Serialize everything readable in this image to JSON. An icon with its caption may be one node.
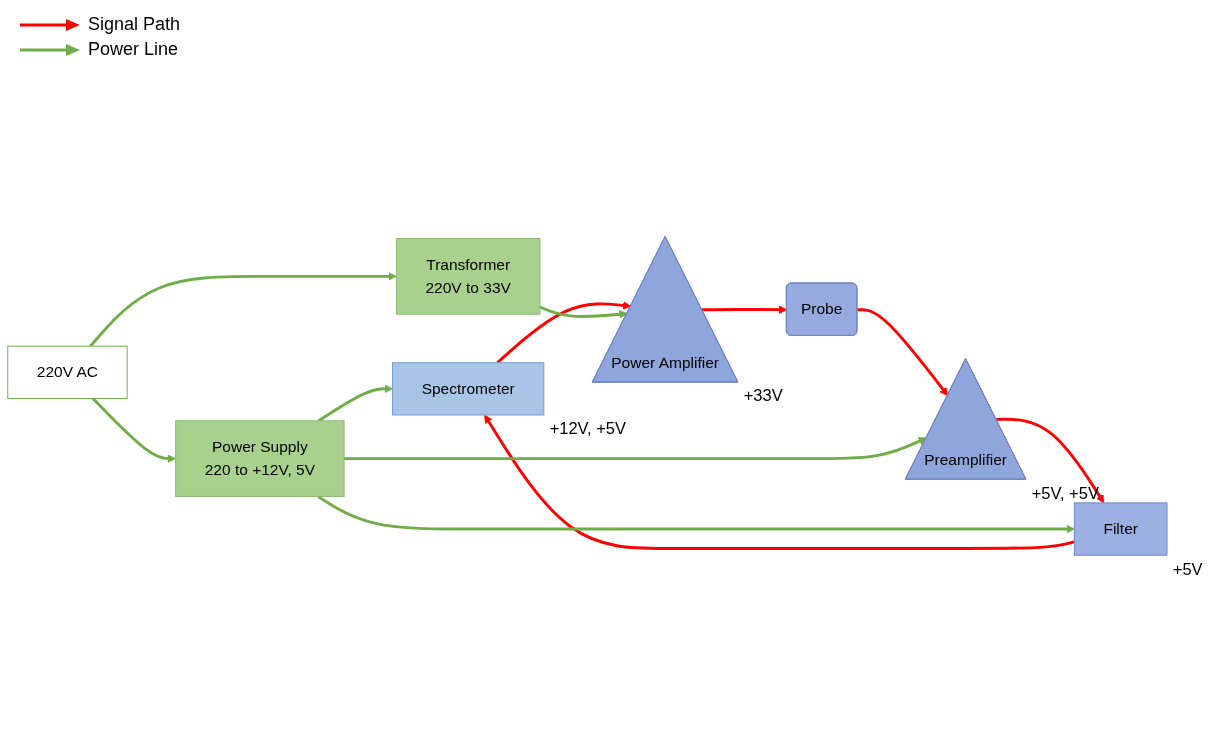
{
  "diagram": {
    "nodes": [
      {
        "text": [
          "Spectrometer"
        ],
        "beside": [
          "+12V, +5V"
        ]
      },
      {
        "text": [
          "Power Amplifier"
        ],
        "beside": [
          "+33V"
        ]
      },
      {
        "text": [
          "Probe"
        ]
      },
      {
        "text": [
          "Filter"
        ],
        "beside": [
          "+5V"
        ]
      },
      {
        "text": [
          "Preamplifier"
        ],
        "beside": [
          "+5V, +5V"
        ]
      },
      {
        "text": [
          "220V AC"
        ]
      },
      {
        "text": [
          "Power Supply",
          "220 to +12V, 5V"
        ]
      },
      {
        "text": [
          "Transformer",
          "220V to 33V"
        ]
      }
    ],
    "edges": [
      {
        "from": 0,
        "to": 1,
        "arrow": "to",
        "color": "#ff0000"
      },
      {
        "from": 1,
        "to": 2,
        "arrow": "to",
        "color": "#ff0000"
      },
      {
        "from": 2,
        "to": 4,
        "arrow": "to",
        "color": "#ff0000"
      },
      {
        "from": 4,
        "to": 3,
        "arrow": "to",
        "color": "#ff0000"
      },
      {
        "from": 3,
        "to": 0,
        "arrow": "to",
        "color": "#ff0000"
      },
      {
        "from": 6,
        "to": 0,
        "arrow": "to"
      },
      {
        "from": 6,
        "to": 3,
        "arrow": "to"
      },
      {
        "from": 6,
        "to": 4,
        "arrow": "to"
      },
      {
        "from": 7,
        "to": 1,
        "arrow": "to"
      },
      {
        "from": 5,
        "to": 6,
        "arrow": "to"
      },
      {
        "from": 5,
        "to": 7,
        "arrow": "to"
      }
    ],
    "legend": [
      {
        "text": "Signal Path"
      },
      {
        "text": "Power Line"
      }
    ]
  }
}
